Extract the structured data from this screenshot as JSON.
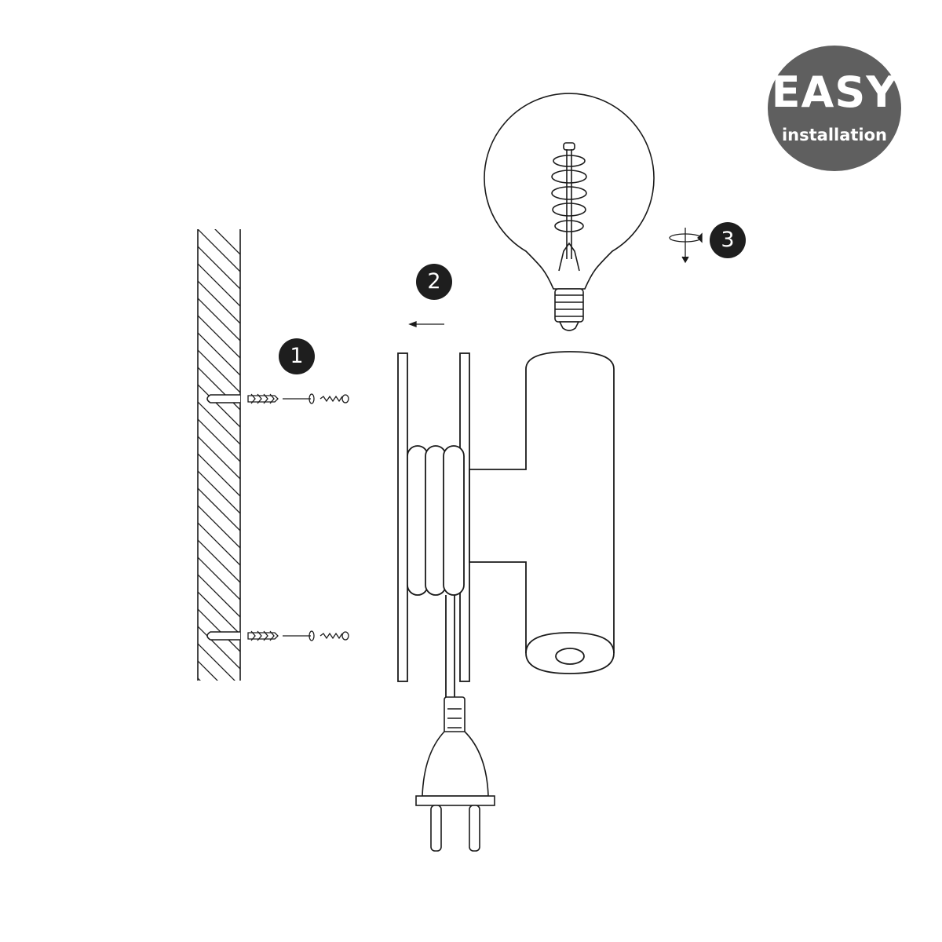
{
  "badge": {
    "title": "EASY",
    "subtitle": "installation"
  },
  "steps": [
    {
      "number": "1"
    },
    {
      "number": "2"
    },
    {
      "number": "3"
    }
  ],
  "colors": {
    "line": "#1a1a1a",
    "badge": "#5f5f5f",
    "step": "#1e1e1e",
    "background": "#ffffff"
  },
  "icons": [
    "wall-hatch",
    "wall-plug-icon",
    "washer-icon",
    "screw-icon",
    "mounting-plate",
    "coiled-cable",
    "cylinder-lamp",
    "led-bulb",
    "filament-spiral",
    "euro-plug",
    "rotate-arrow-icon",
    "arrow-left-icon"
  ]
}
